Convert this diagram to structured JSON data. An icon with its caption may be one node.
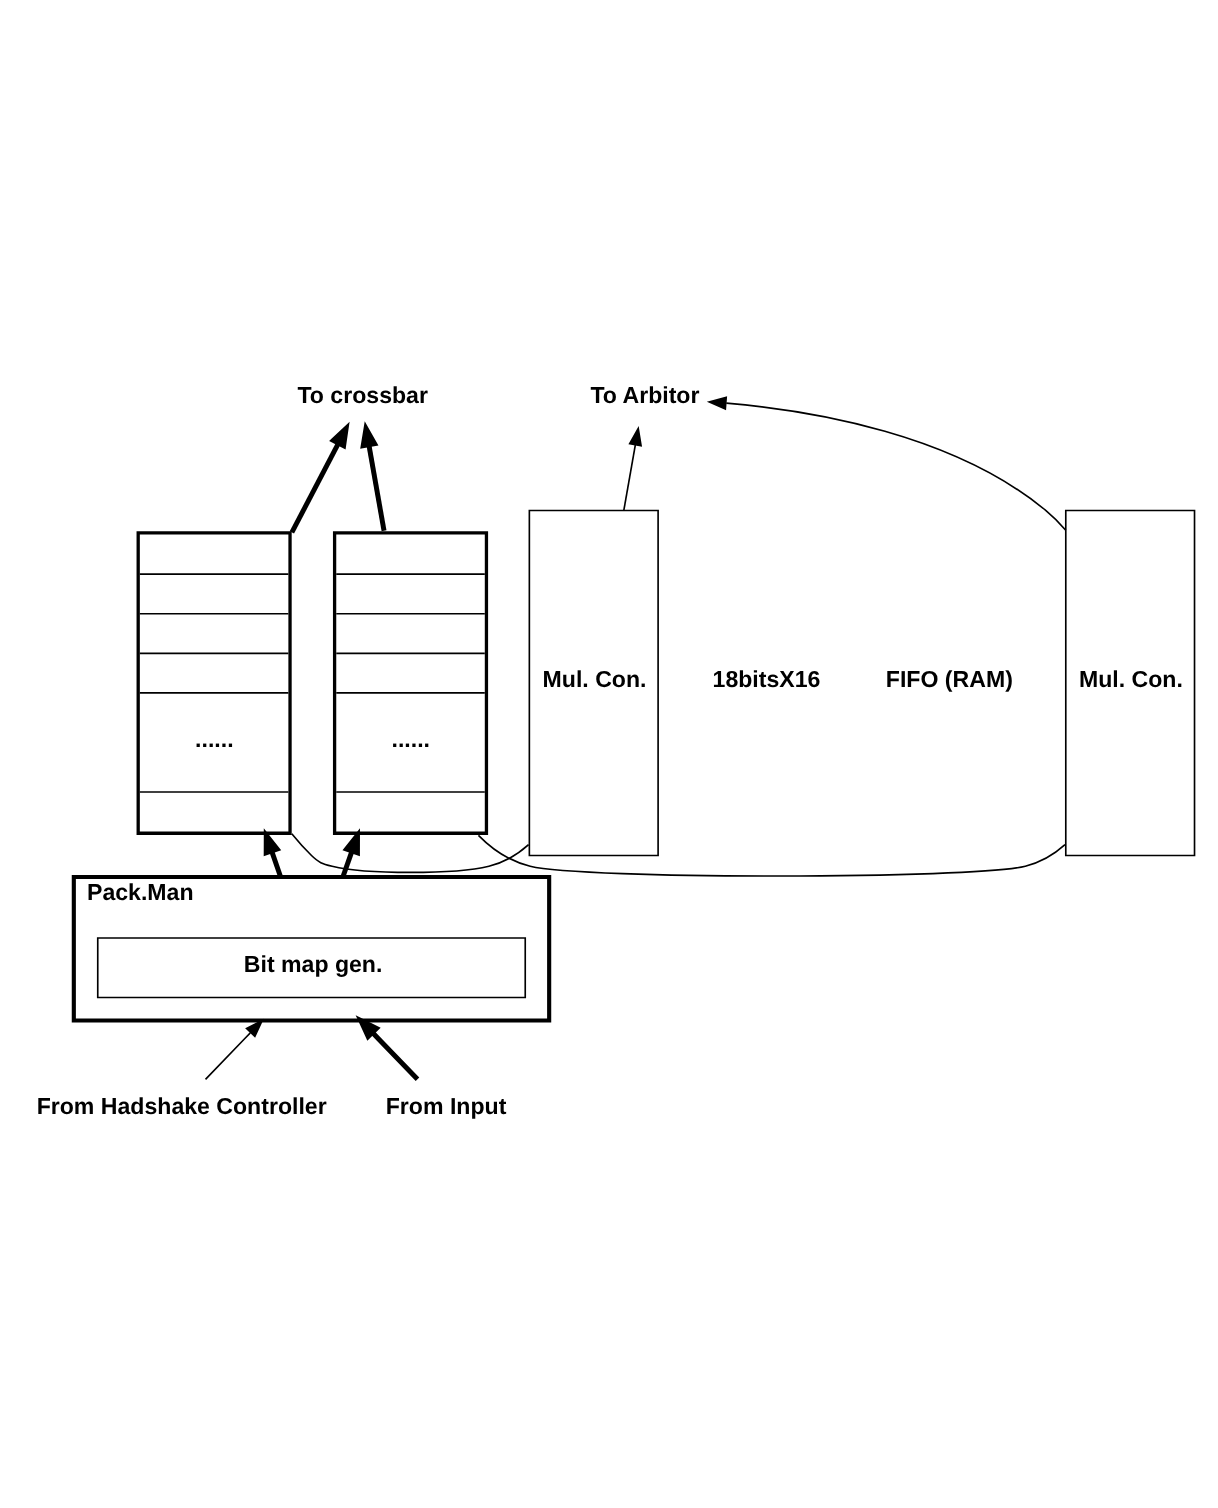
{
  "diagram": {
    "nodes": [
      {
        "text": [
          "To Arbitor"
        ]
      },
      {
        "text": [
          "To crossbar"
        ]
      },
      {
        "text": [
          "Mul. Con."
        ]
      },
      {
        "text": [
          "......"
        ]
      },
      {
        "text": [
          "Mul. Con."
        ]
      },
      {
        "text": [
          "......"
        ]
      },
      {
        "text": [
          "Pack.Man"
        ]
      },
      {
        "text": [
          "Bit map gen."
        ],
        "in": 6
      },
      {
        "text": [
          "From Hadshake Controller"
        ]
      },
      {
        "text": [
          "From Input"
        ]
      }
    ],
    "edges": [
      {
        "from": 2,
        "to": 0,
        "arrow": "to"
      },
      {
        "from": 4,
        "to": 0,
        "arrow": "to"
      },
      {
        "from": 3,
        "to": 1,
        "arrow": "to",
        "style": "thick"
      },
      {
        "from": 5,
        "to": 1,
        "arrow": "to",
        "style": "thick"
      },
      {
        "from": 2,
        "to": 3,
        "arrow": "none"
      },
      {
        "from": 4,
        "to": 5,
        "arrow": "none"
      },
      {
        "from": 6,
        "to": 3,
        "arrow": "to",
        "style": "thick"
      },
      {
        "from": 6,
        "to": 5,
        "arrow": "to",
        "style": "thick"
      },
      {
        "from": 8,
        "to": 6,
        "arrow": "to"
      },
      {
        "from": 9,
        "to": 6,
        "arrow": "to",
        "style": "thick"
      }
    ],
    "labels": [
      "18bitsX16",
      "FIFO (RAM)"
    ]
  }
}
